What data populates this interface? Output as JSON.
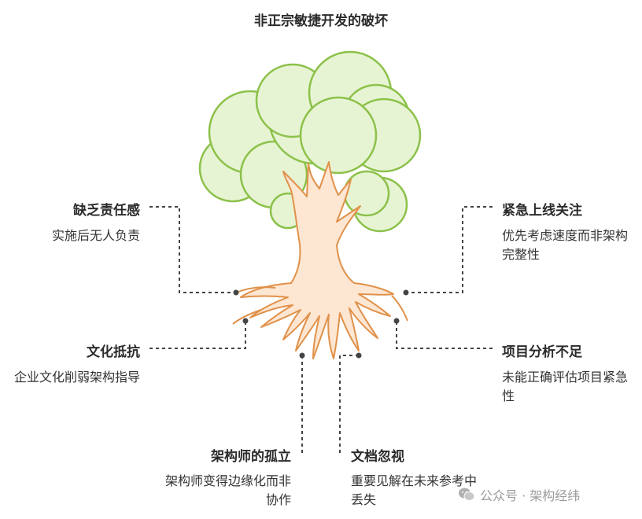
{
  "title": "非正宗敏捷开发的破坏",
  "items": [
    {
      "heading": "缺乏责任感",
      "description": "实施后无人负责"
    },
    {
      "heading": "紧急上线关注",
      "description": "优先考虑速度而非架构完整性"
    },
    {
      "heading": "文化抵抗",
      "description": "企业文化削弱架构指导"
    },
    {
      "heading": "项目分析不足",
      "description": "未能正确评估项目紧急性"
    },
    {
      "heading": "架构师的孤立",
      "description": "架构师变得边缘化而非协作"
    },
    {
      "heading": "文档忽视",
      "description": "重要见解在未来参考中丢失"
    }
  ],
  "watermark": "公众号 · 架构经纬",
  "colors": {
    "canopy_fill": "#e7f4d3",
    "canopy_stroke": "#8cc14a",
    "trunk_fill": "#fde6d2",
    "trunk_stroke": "#e0914a",
    "connector": "#444444"
  }
}
